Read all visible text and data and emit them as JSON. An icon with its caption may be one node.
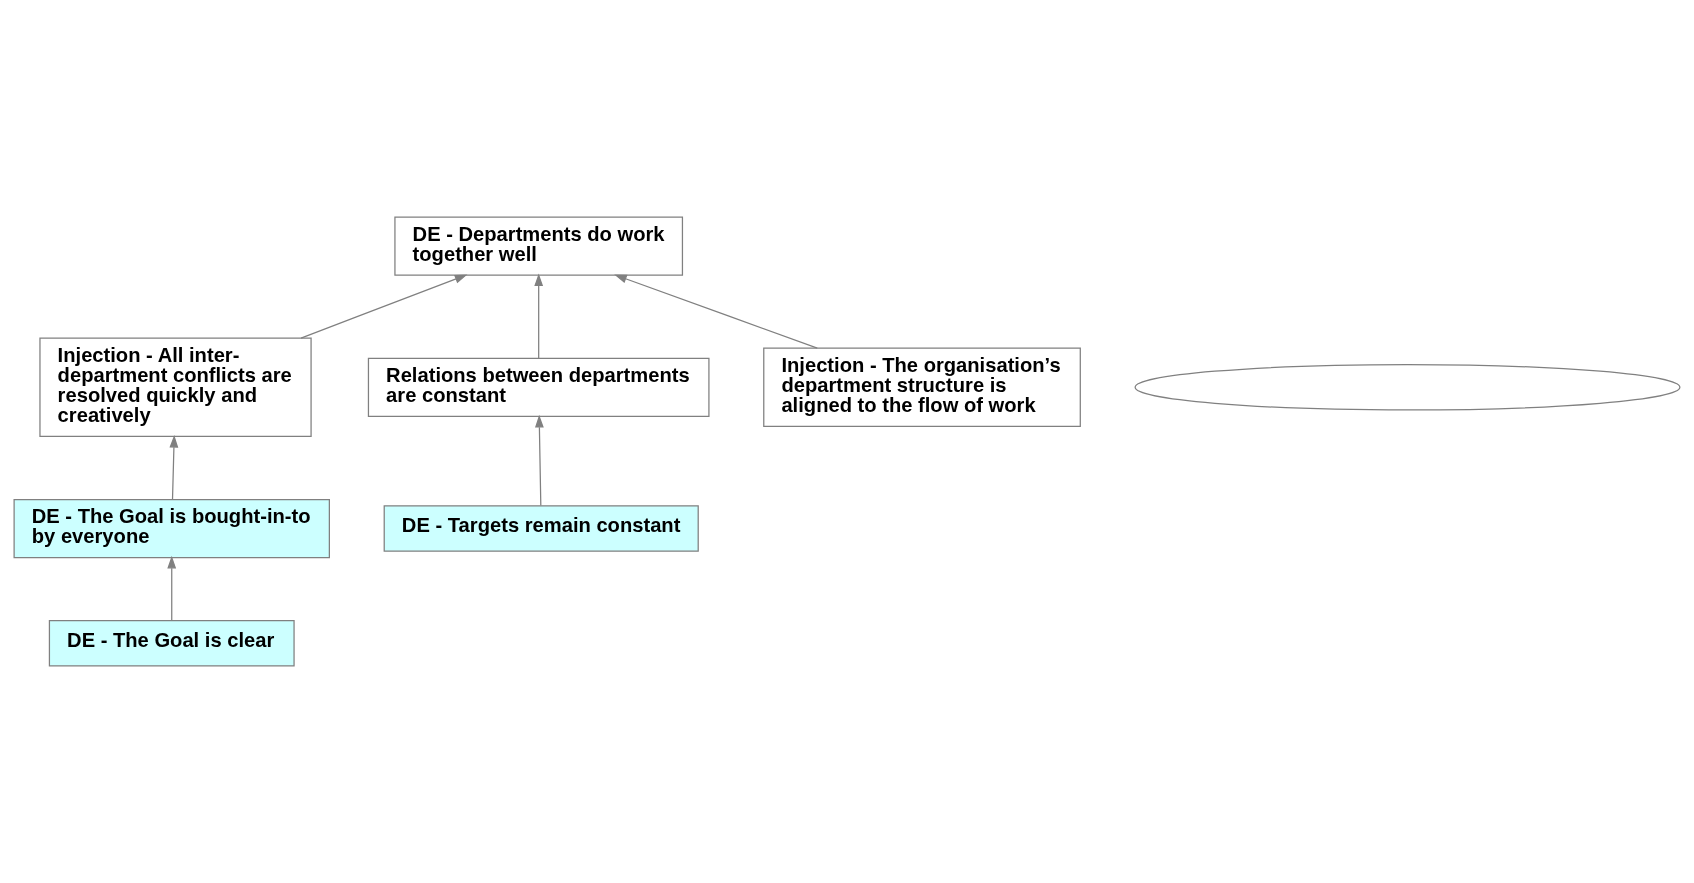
{
  "diagram": {
    "nodes": [
      {
        "text": [
          "DE - Departments do work together well"
        ]
      },
      {
        "text": [],
        "shape": "ellipse"
      },
      {
        "text": [
          "Injection - All inter-department conflicts are resolved quickly and creatively"
        ]
      },
      {
        "text": [
          "Relations between departments are constant"
        ]
      },
      {
        "text": [
          "Injection - The organisation’s department structure is aligned to the flow of work"
        ]
      },
      {
        "text": [
          "DE - Targets remain constant"
        ]
      },
      {
        "text": [
          "DE - The Goal is bought-in-to by everyone"
        ]
      },
      {
        "text": [
          "DE - The Goal is clear"
        ]
      }
    ],
    "edges": [
      {
        "from": 3,
        "to": 0,
        "arrow": "to"
      },
      {
        "from": 4,
        "to": 0,
        "arrow": "to"
      },
      {
        "from": 2,
        "to": 0,
        "arrow": "to"
      },
      {
        "from": 5,
        "to": 3,
        "arrow": "to"
      },
      {
        "from": 6,
        "to": 2,
        "arrow": "to"
      },
      {
        "from": 7,
        "to": 6,
        "arrow": "to"
      }
    ]
  }
}
